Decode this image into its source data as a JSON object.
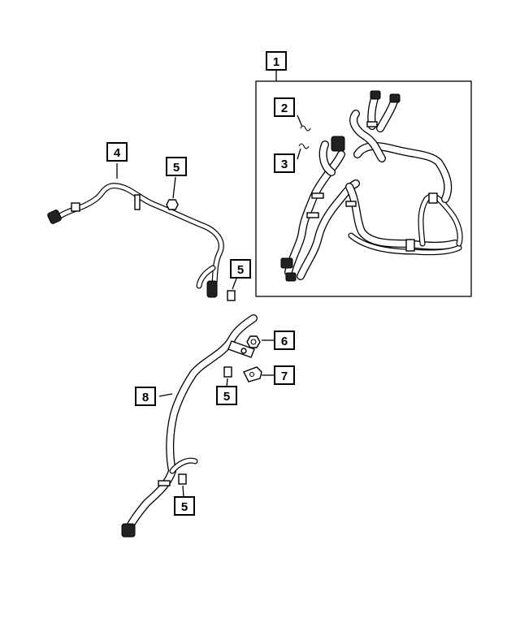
{
  "callouts": [
    {
      "id": "callout-1",
      "label": "1"
    },
    {
      "id": "callout-2",
      "label": "2"
    },
    {
      "id": "callout-3",
      "label": "3"
    },
    {
      "id": "callout-4",
      "label": "4"
    },
    {
      "id": "callout-5a",
      "label": "5"
    },
    {
      "id": "callout-5b",
      "label": "5"
    },
    {
      "id": "callout-5c",
      "label": "5"
    },
    {
      "id": "callout-5d",
      "label": "5"
    },
    {
      "id": "callout-6",
      "label": "6"
    },
    {
      "id": "callout-7",
      "label": "7"
    },
    {
      "id": "callout-8",
      "label": "8"
    }
  ],
  "colors": {
    "line": "#000000",
    "background": "#ffffff"
  }
}
